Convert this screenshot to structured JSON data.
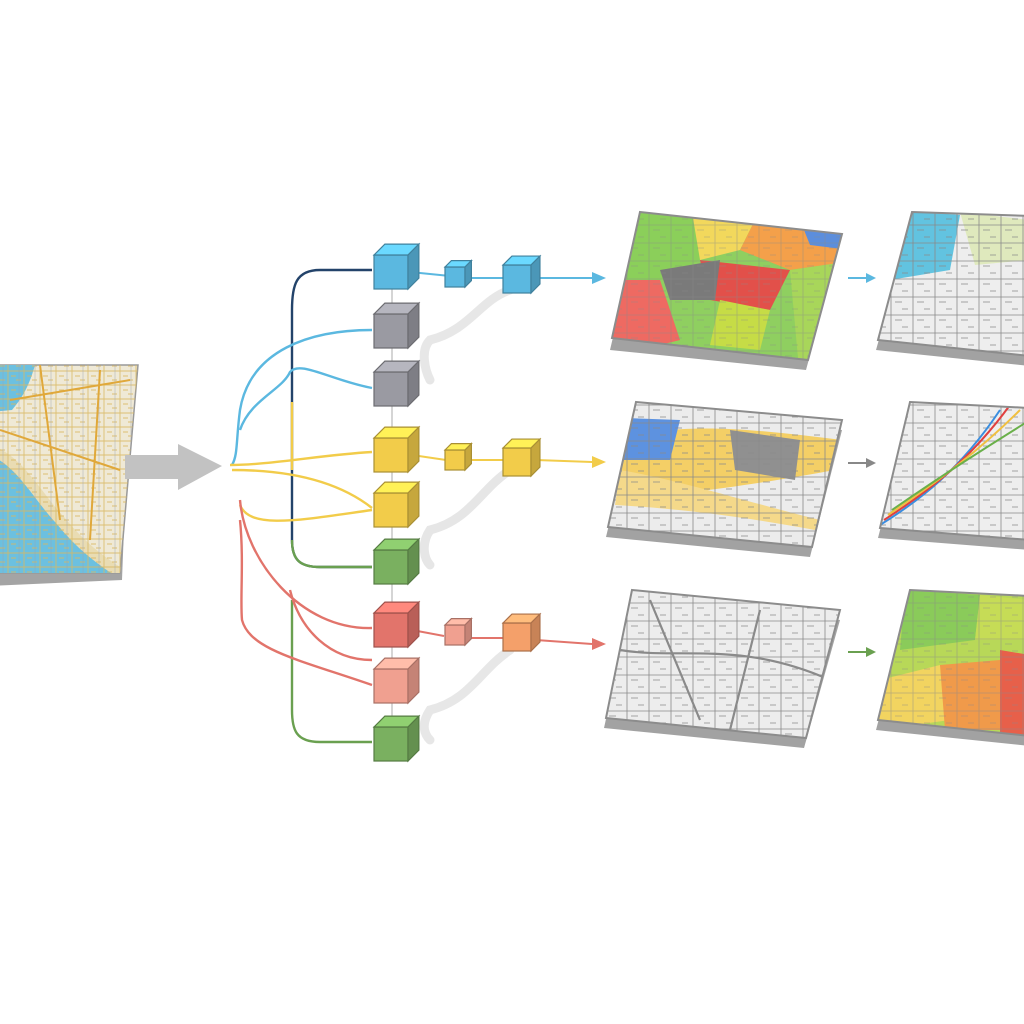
{
  "colors": {
    "blue": "#5bb8e0",
    "navy": "#23436a",
    "gray": "#9a9aa2",
    "yellow": "#f2cc4a",
    "green": "#7ab060",
    "red": "#e2746b",
    "salmon": "#f0a090",
    "orange": "#f4a06a",
    "map_cream": "#efe9d6",
    "map_sea": "#6cc0e0",
    "map_road": "#e3b957",
    "tile_gray": "#e8e8e8",
    "arrow_gray": "#c2c2c2"
  },
  "input_map": {
    "icon": "city-street-map-icon"
  },
  "pipeline": {
    "branches": [
      {
        "id": "top",
        "color": "blue",
        "nodes": [
          "blue",
          "blue",
          "blue"
        ],
        "feeder_nodes": [
          "gray",
          "gray"
        ],
        "output_maps": [
          "zoned-colored-map",
          "gray-street-map-with-blue-zone"
        ]
      },
      {
        "id": "middle",
        "color": "yellow",
        "nodes": [
          "yellow",
          "yellow",
          "yellow"
        ],
        "feeder_nodes": [
          "yellow",
          "green"
        ],
        "output_maps": [
          "heatmap-yellow-band-map",
          "gray-map-with-route-lines"
        ]
      },
      {
        "id": "bottom",
        "color": "red",
        "nodes": [
          "red",
          "salmon",
          "orange"
        ],
        "feeder_nodes": [
          "salmon",
          "green"
        ],
        "output_maps": [
          "gray-street-map",
          "zoned-gradient-map"
        ]
      }
    ]
  }
}
